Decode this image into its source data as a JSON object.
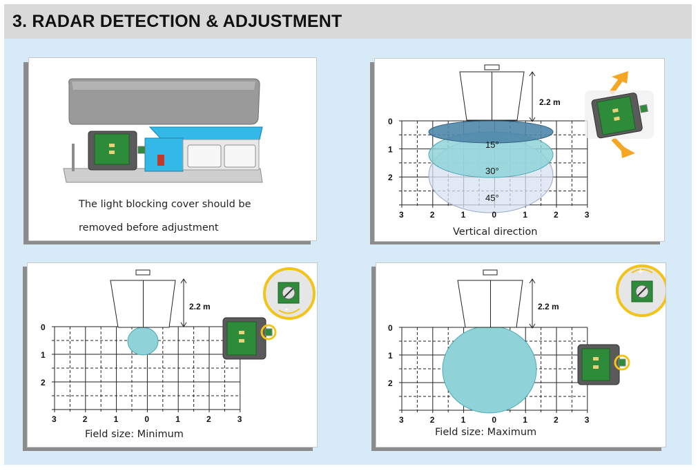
{
  "header": {
    "title": "3. RADAR DETECTION & ADJUSTMENT"
  },
  "panels": {
    "cover": {
      "caption_line1": "The light blocking cover should be",
      "caption_line2": "removed before adjustment"
    },
    "vertical": {
      "caption": "Vertical direction",
      "height_label": "2.2 m",
      "angle_labels": [
        "15°",
        "30°",
        "45°"
      ],
      "row_labels": [
        "0",
        "1",
        "2"
      ],
      "col_labels": [
        "3",
        "2",
        "1",
        "0",
        "1",
        "2",
        "3"
      ]
    },
    "minimum": {
      "caption": "Field size: Minimum",
      "height_label": "2.2 m",
      "knob_sign": "-",
      "row_labels": [
        "0",
        "1",
        "2"
      ],
      "col_labels": [
        "3",
        "2",
        "1",
        "0",
        "1",
        "2",
        "3"
      ]
    },
    "maximum": {
      "caption": "Field size: Maximum",
      "height_label": "2.2 m",
      "knob_sign": "+",
      "row_labels": [
        "0",
        "1",
        "2"
      ],
      "col_labels": [
        "3",
        "2",
        "1",
        "0",
        "1",
        "2",
        "3"
      ]
    }
  },
  "colors": {
    "page_bg": "#d6ebf7",
    "header_bg": "#d9d9d9",
    "zone_teal": "#8fd3d8",
    "zone_dark": "#4f86a8",
    "pcb_green": "#2e8b3a",
    "highlight_yellow": "#f2c41a",
    "arrow_orange": "#f5a623",
    "lamp_blue": "#33b8e8"
  }
}
